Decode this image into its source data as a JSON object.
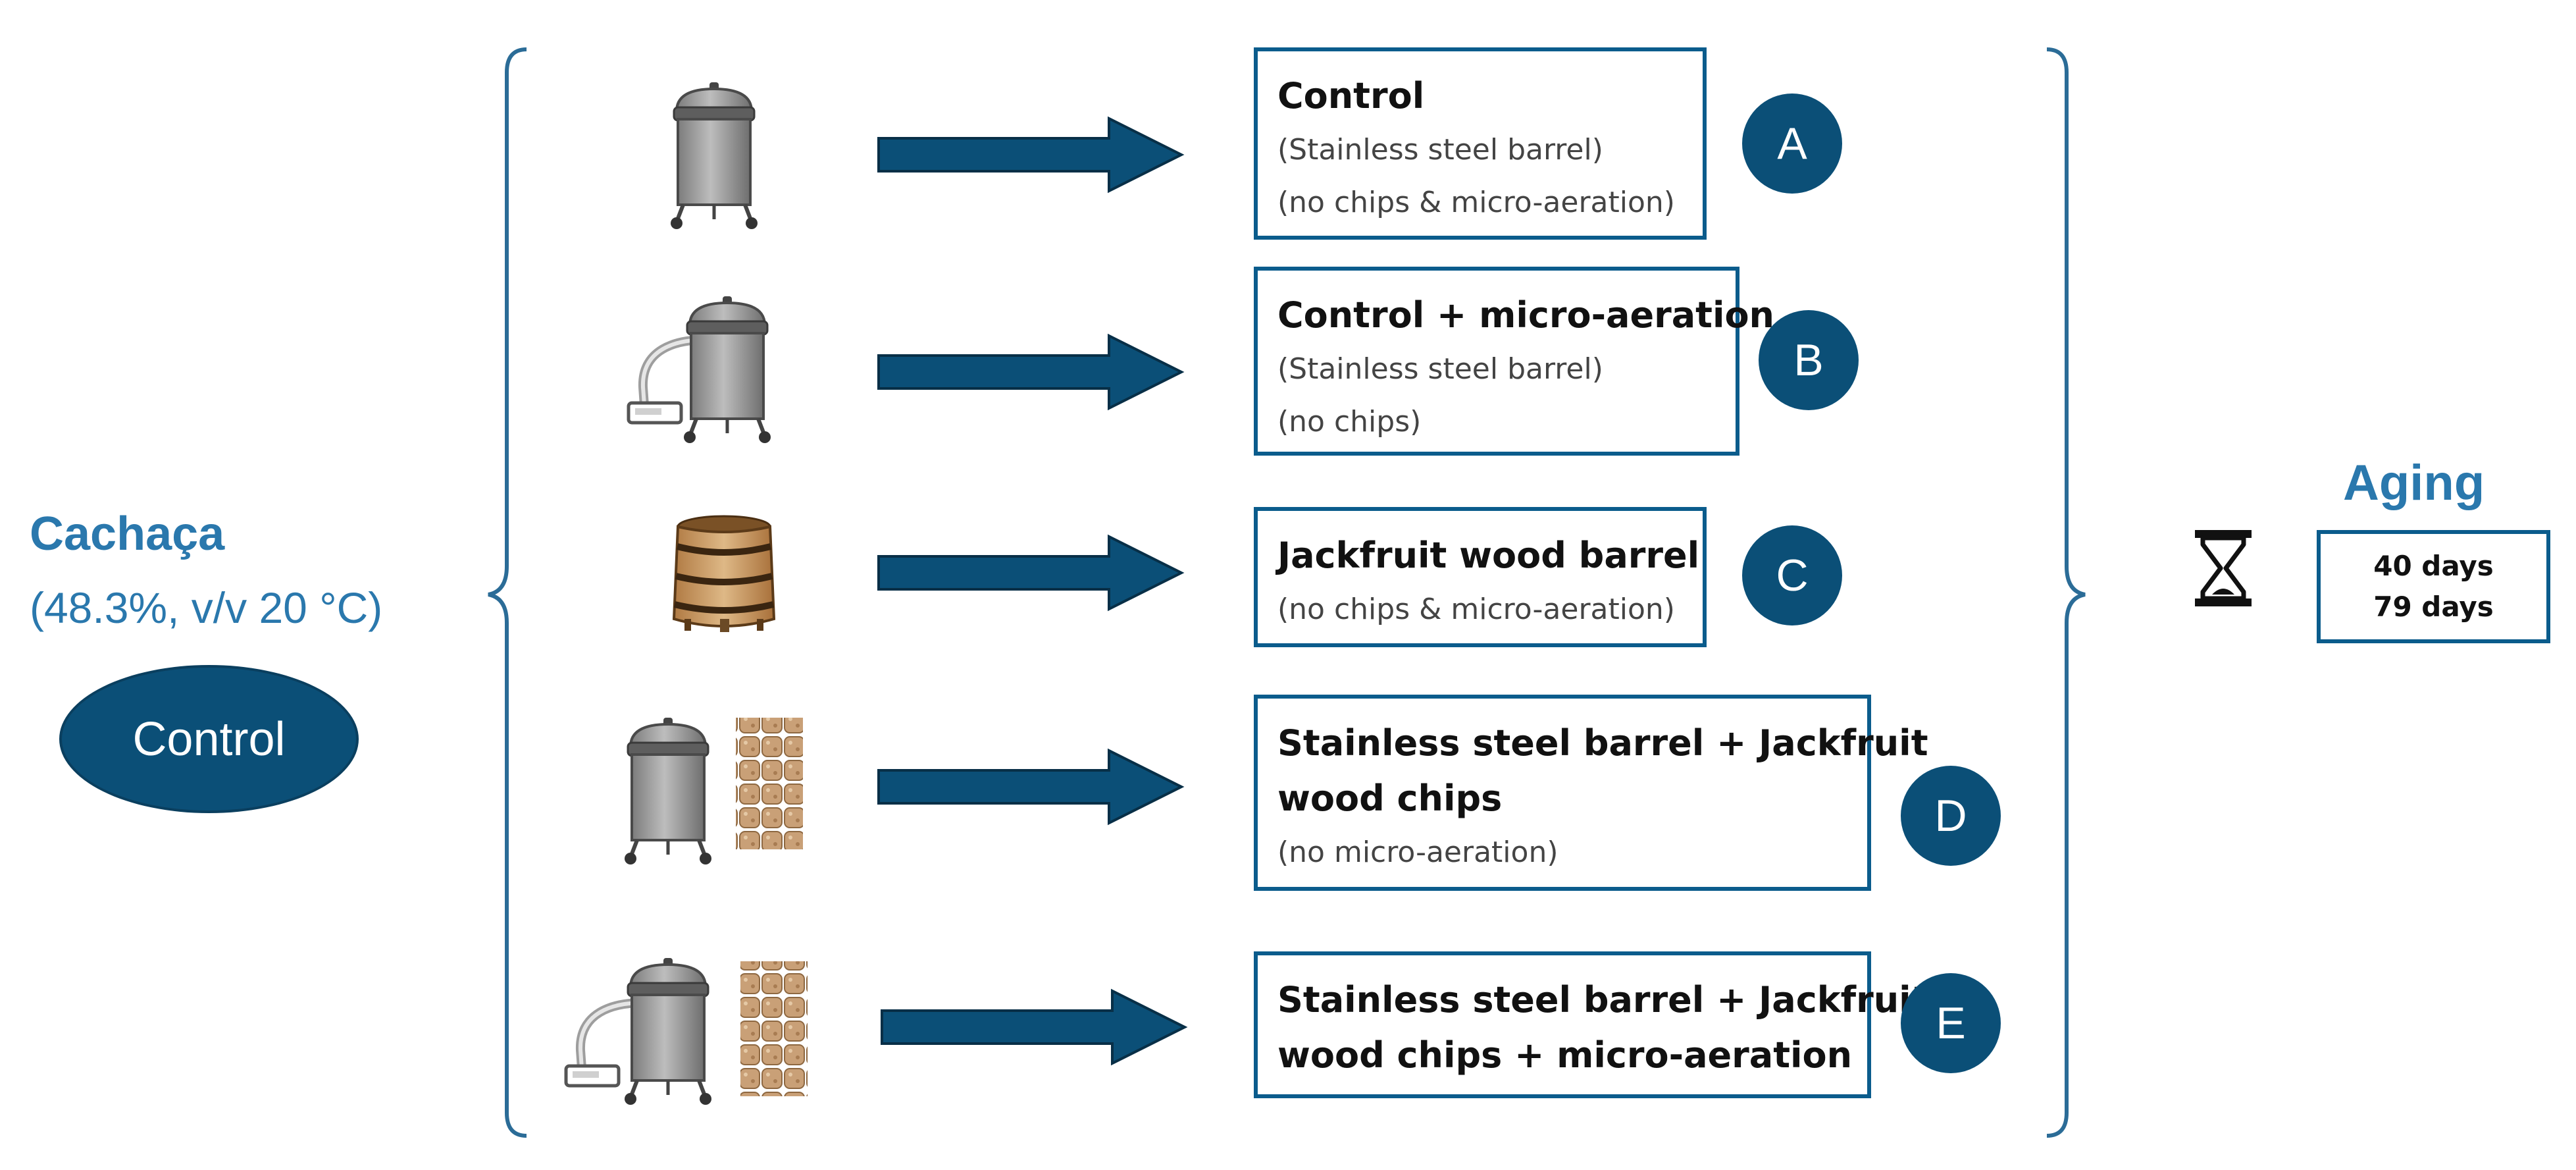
{
  "source": {
    "title": "Cachaça",
    "concentration": "(48.3%, v/v 20 °C)",
    "control_label": "Control"
  },
  "treatments": [
    {
      "id": "A",
      "lines": [
        {
          "text": "Control",
          "style": "bold"
        },
        {
          "text": "(Stainless steel barrel)",
          "style": "sub"
        },
        {
          "text": "(no chips & micro-aeration)",
          "style": "sub"
        }
      ],
      "icons": [
        "stainless-steel-barrel-icon"
      ]
    },
    {
      "id": "B",
      "lines": [
        {
          "text": "Control + micro-aeration",
          "style": "bold"
        },
        {
          "text": "(Stainless steel barrel)",
          "style": "sub"
        },
        {
          "text": "(no chips)",
          "style": "sub"
        }
      ],
      "icons": [
        "air-pump-icon",
        "stainless-steel-barrel-icon"
      ]
    },
    {
      "id": "C",
      "lines": [
        {
          "text": "Jackfruit wood barrel",
          "style": "bold"
        },
        {
          "text": "(no chips & micro-aeration)",
          "style": "sub"
        }
      ],
      "icons": [
        "wooden-barrel-icon"
      ]
    },
    {
      "id": "D",
      "lines": [
        {
          "text": "Stainless steel barrel + Jackfruit",
          "style": "bold"
        },
        {
          "text": "wood chips",
          "style": "bold"
        },
        {
          "text": "(no micro-aeration)",
          "style": "sub"
        }
      ],
      "icons": [
        "stainless-steel-barrel-icon",
        "wood-chips-icon"
      ]
    },
    {
      "id": "E",
      "lines": [
        {
          "text": "Stainless steel barrel + Jackfruit",
          "style": "bold"
        },
        {
          "text": "wood chips + micro-aeration",
          "style": "bold"
        }
      ],
      "icons": [
        "air-pump-icon",
        "stainless-steel-barrel-icon",
        "wood-chips-icon"
      ]
    }
  ],
  "aging": {
    "title": "Aging",
    "icon": "hourglass-icon",
    "periods": [
      "40 days",
      "79 days"
    ]
  },
  "colors": {
    "navy": "#0b4f77",
    "box_border": "#0b5c8c",
    "accent_text": "#2a78ad",
    "bracket": "#2b6c97"
  }
}
